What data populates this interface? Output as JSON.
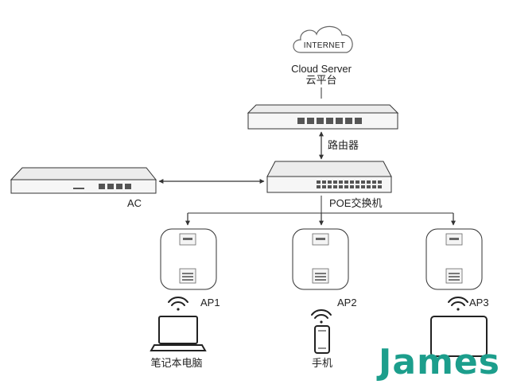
{
  "cloud": {
    "badge": "INTERNET",
    "name_en": "Cloud Server",
    "name_cn": "云平台"
  },
  "router": {
    "label": "路由器"
  },
  "poe_switch": {
    "label": "POE交换机"
  },
  "ac": {
    "label": "AC"
  },
  "aps": [
    {
      "label": "AP1"
    },
    {
      "label": "AP2"
    },
    {
      "label": "AP3"
    }
  ],
  "clients": [
    {
      "label": "笔记本电脑",
      "icon": "laptop-icon"
    },
    {
      "label": "手机",
      "icon": "phone-icon"
    },
    {
      "label": "",
      "icon": "tablet-icon"
    }
  ],
  "watermark": {
    "text": "James"
  },
  "colors": {
    "line": "#333333",
    "device": "#f6f6f6",
    "watermark": "#1c9e8c"
  }
}
